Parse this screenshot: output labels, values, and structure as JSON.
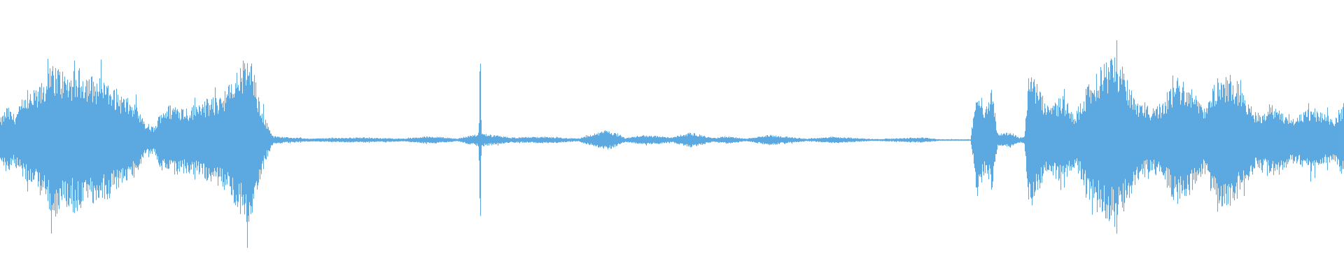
{
  "waveform": {
    "color": "#5DA9E1",
    "background": "#FFFFFF",
    "channels": "mono",
    "amplitude_profile": [
      {
        "t": 0.0,
        "a": 0.16
      },
      {
        "t": 0.005,
        "a": 0.26
      },
      {
        "t": 0.01,
        "a": 0.2
      },
      {
        "t": 0.02,
        "a": 0.34
      },
      {
        "t": 0.03,
        "a": 0.42
      },
      {
        "t": 0.04,
        "a": 0.6
      },
      {
        "t": 0.05,
        "a": 0.5
      },
      {
        "t": 0.06,
        "a": 0.55
      },
      {
        "t": 0.07,
        "a": 0.48
      },
      {
        "t": 0.08,
        "a": 0.46
      },
      {
        "t": 0.09,
        "a": 0.35
      },
      {
        "t": 0.1,
        "a": 0.28
      },
      {
        "t": 0.108,
        "a": 0.12
      },
      {
        "t": 0.115,
        "a": 0.1
      },
      {
        "t": 0.12,
        "a": 0.25
      },
      {
        "t": 0.13,
        "a": 0.28
      },
      {
        "t": 0.14,
        "a": 0.25
      },
      {
        "t": 0.15,
        "a": 0.3
      },
      {
        "t": 0.16,
        "a": 0.33
      },
      {
        "t": 0.17,
        "a": 0.42
      },
      {
        "t": 0.18,
        "a": 0.6
      },
      {
        "t": 0.186,
        "a": 0.66
      },
      {
        "t": 0.192,
        "a": 0.34
      },
      {
        "t": 0.198,
        "a": 0.15
      },
      {
        "t": 0.203,
        "a": 0.03
      },
      {
        "t": 0.23,
        "a": 0.012
      },
      {
        "t": 0.265,
        "a": 0.02
      },
      {
        "t": 0.3,
        "a": 0.012
      },
      {
        "t": 0.32,
        "a": 0.03
      },
      {
        "t": 0.34,
        "a": 0.012
      },
      {
        "t": 0.356,
        "a": 0.05
      },
      {
        "t": 0.357,
        "a": 0.7
      },
      {
        "t": 0.358,
        "a": 0.05
      },
      {
        "t": 0.38,
        "a": 0.02
      },
      {
        "t": 0.405,
        "a": 0.025
      },
      {
        "t": 0.43,
        "a": 0.012
      },
      {
        "t": 0.452,
        "a": 0.08
      },
      {
        "t": 0.465,
        "a": 0.015
      },
      {
        "t": 0.48,
        "a": 0.04
      },
      {
        "t": 0.5,
        "a": 0.02
      },
      {
        "t": 0.514,
        "a": 0.06
      },
      {
        "t": 0.53,
        "a": 0.015
      },
      {
        "t": 0.54,
        "a": 0.03
      },
      {
        "t": 0.555,
        "a": 0.01
      },
      {
        "t": 0.572,
        "a": 0.04
      },
      {
        "t": 0.6,
        "a": 0.01
      },
      {
        "t": 0.62,
        "a": 0.025
      },
      {
        "t": 0.65,
        "a": 0.008
      },
      {
        "t": 0.686,
        "a": 0.02
      },
      {
        "t": 0.7,
        "a": 0.006
      },
      {
        "t": 0.722,
        "a": 0.006
      },
      {
        "t": 0.727,
        "a": 0.45
      },
      {
        "t": 0.733,
        "a": 0.25
      },
      {
        "t": 0.738,
        "a": 0.4
      },
      {
        "t": 0.742,
        "a": 0.05
      },
      {
        "t": 0.752,
        "a": 0.06
      },
      {
        "t": 0.758,
        "a": 0.02
      },
      {
        "t": 0.762,
        "a": 0.03
      },
      {
        "t": 0.766,
        "a": 0.6
      },
      {
        "t": 0.772,
        "a": 0.4
      },
      {
        "t": 0.78,
        "a": 0.25
      },
      {
        "t": 0.79,
        "a": 0.35
      },
      {
        "t": 0.8,
        "a": 0.2
      },
      {
        "t": 0.81,
        "a": 0.45
      },
      {
        "t": 0.82,
        "a": 0.58
      },
      {
        "t": 0.83,
        "a": 0.66
      },
      {
        "t": 0.838,
        "a": 0.5
      },
      {
        "t": 0.845,
        "a": 0.32
      },
      {
        "t": 0.855,
        "a": 0.25
      },
      {
        "t": 0.865,
        "a": 0.3
      },
      {
        "t": 0.875,
        "a": 0.5
      },
      {
        "t": 0.885,
        "a": 0.42
      },
      {
        "t": 0.895,
        "a": 0.25
      },
      {
        "t": 0.905,
        "a": 0.48
      },
      {
        "t": 0.915,
        "a": 0.5
      },
      {
        "t": 0.925,
        "a": 0.4
      },
      {
        "t": 0.935,
        "a": 0.2
      },
      {
        "t": 0.945,
        "a": 0.28
      },
      {
        "t": 0.955,
        "a": 0.22
      },
      {
        "t": 0.965,
        "a": 0.18
      },
      {
        "t": 0.975,
        "a": 0.25
      },
      {
        "t": 0.985,
        "a": 0.2
      },
      {
        "t": 0.993,
        "a": 0.16
      },
      {
        "t": 1.0,
        "a": 0.3
      }
    ]
  }
}
